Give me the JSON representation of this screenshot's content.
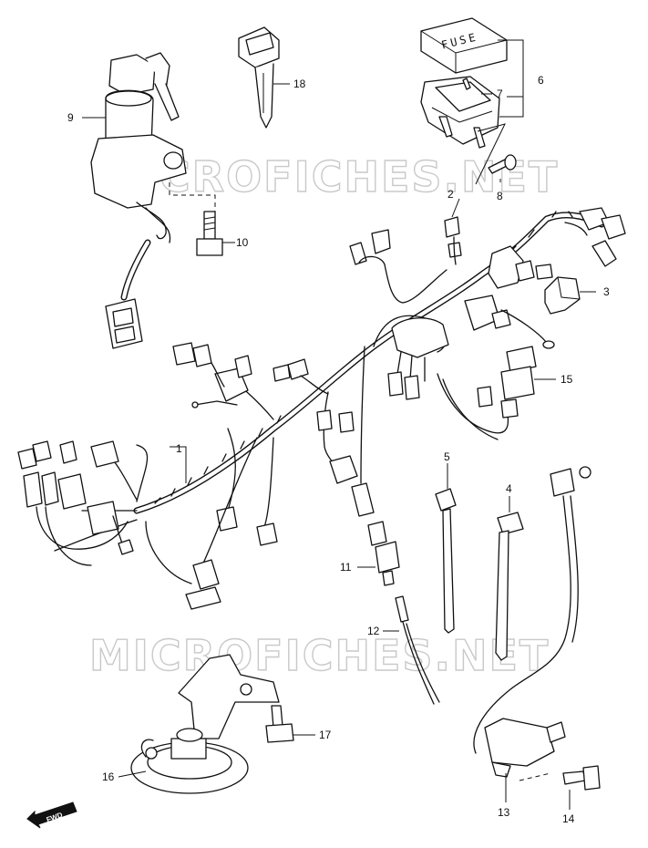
{
  "watermarks": [
    "MICROFICHES.NET",
    "MICROFICHES.NET"
  ],
  "fuse_box_text": "FUSE",
  "fwd_text": "FWD",
  "callouts": [
    {
      "id": "1",
      "label": "1"
    },
    {
      "id": "2",
      "label": "2"
    },
    {
      "id": "3",
      "label": "3"
    },
    {
      "id": "4",
      "label": "4"
    },
    {
      "id": "5",
      "label": "5"
    },
    {
      "id": "6",
      "label": "6"
    },
    {
      "id": "7",
      "label": "7"
    },
    {
      "id": "8",
      "label": "8"
    },
    {
      "id": "9",
      "label": "9"
    },
    {
      "id": "10",
      "label": "10"
    },
    {
      "id": "11",
      "label": "11"
    },
    {
      "id": "12",
      "label": "12"
    },
    {
      "id": "13",
      "label": "13"
    },
    {
      "id": "14",
      "label": "14"
    },
    {
      "id": "15",
      "label": "15"
    },
    {
      "id": "16",
      "label": "16"
    },
    {
      "id": "17",
      "label": "17"
    },
    {
      "id": "18",
      "label": "18"
    }
  ]
}
